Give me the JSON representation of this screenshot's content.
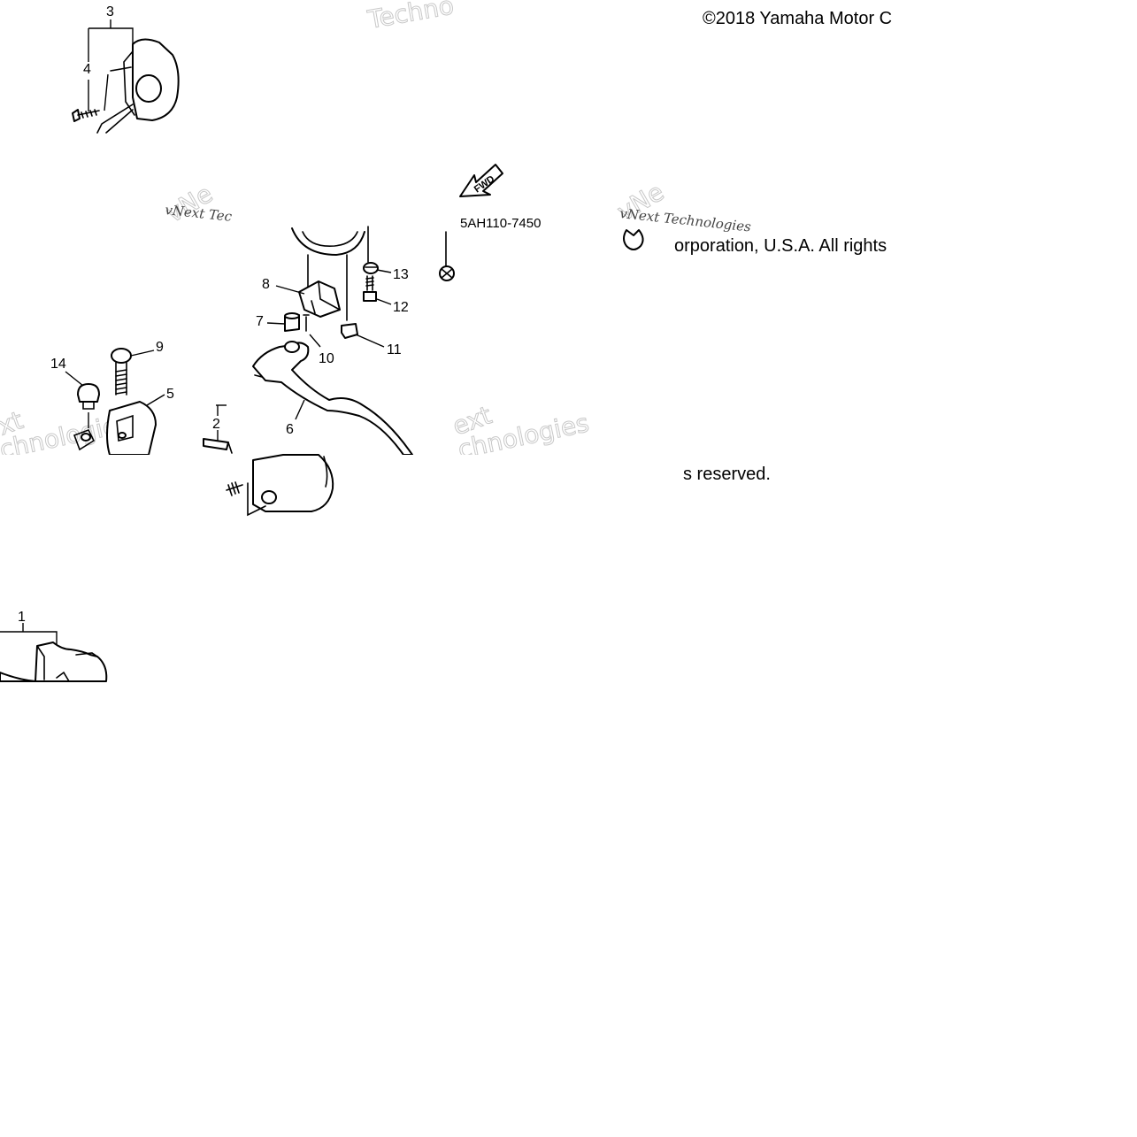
{
  "diagram": {
    "part_code": "5AH110-7450",
    "direction_label": "FWD",
    "copyright_line": "©2018 Yamaha Motor C",
    "rights_fragment": "orporation, U.S.A. All rights",
    "reserved_fragment": "s reserved.",
    "watermarks": [
      "Techno",
      "vNext Tec",
      "vNext Technologies",
      "xt",
      "chnologies",
      "ext",
      "chnologies",
      "vNe",
      "vNe"
    ],
    "callouts": [
      "1",
      "2",
      "3",
      "4",
      "5",
      "6",
      "7",
      "8",
      "9",
      "10",
      "11",
      "12",
      "13",
      "14"
    ]
  }
}
